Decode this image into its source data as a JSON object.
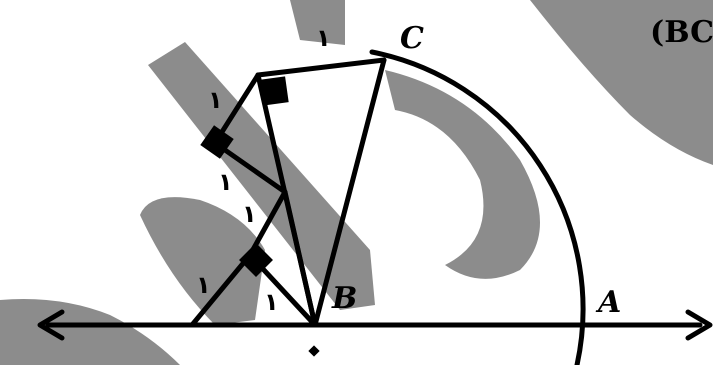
{
  "diagram": {
    "points": {
      "A": "A",
      "B": "B",
      "C": "C"
    },
    "unit_label": "١",
    "unit_labels_count": 6,
    "partial_text": "(BC",
    "colors": {
      "watermark": "#8c8c8c",
      "ink": "#000000",
      "background": "#ffffff"
    }
  }
}
